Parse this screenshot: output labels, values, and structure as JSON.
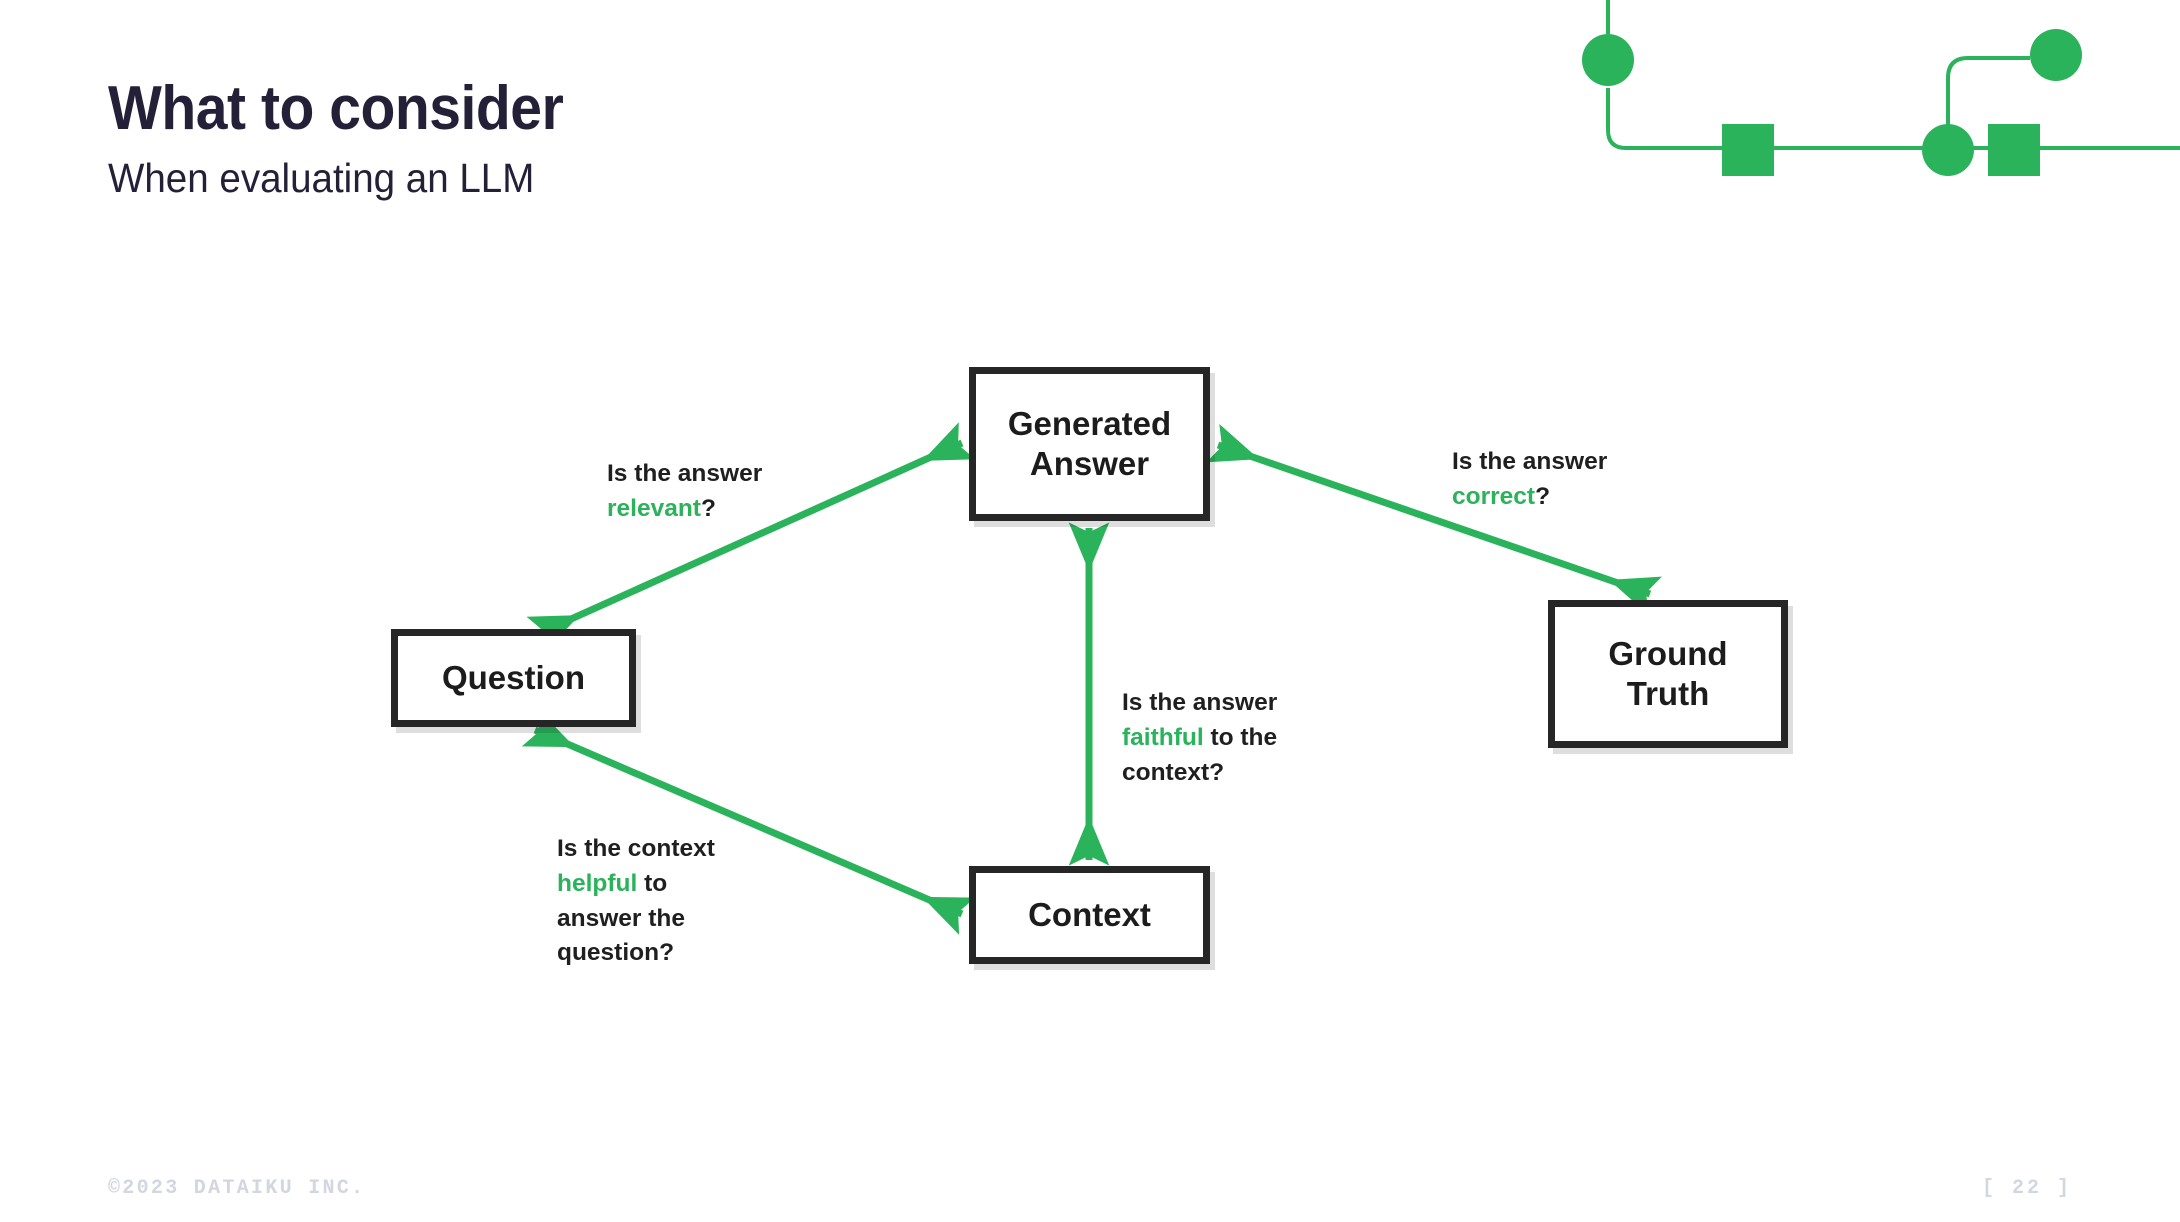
{
  "slide": {
    "title": "What to consider",
    "subtitle": "When evaluating an LLM",
    "title_color": "#242038",
    "accent_color": "#2bb35b",
    "background": "#ffffff"
  },
  "decoration": {
    "name": "pipeline-flow-graphic",
    "color": "#2bb35b",
    "shapes": [
      "circle",
      "square",
      "circle",
      "circle",
      "square"
    ]
  },
  "diagram": {
    "type": "node-link",
    "nodes": [
      {
        "id": "generated-answer",
        "label": "Generated\nAnswer",
        "line1": "Generated",
        "line2": "Answer"
      },
      {
        "id": "question",
        "label": "Question",
        "line1": "Question",
        "line2": ""
      },
      {
        "id": "ground-truth",
        "label": "Ground\nTruth",
        "line1": "Ground",
        "line2": "Truth"
      },
      {
        "id": "context",
        "label": "Context",
        "line1": "Context",
        "line2": ""
      }
    ],
    "edges": [
      {
        "id": "relevant",
        "from": "question",
        "to": "generated-answer",
        "arrow": "double",
        "text_before": "Is the answer",
        "highlight": "relevant",
        "text_after": "?",
        "text_tail": ""
      },
      {
        "id": "correct",
        "from": "generated-answer",
        "to": "ground-truth",
        "arrow": "double",
        "text_before": "Is the answer",
        "highlight": "correct",
        "text_after": "?",
        "text_tail": ""
      },
      {
        "id": "faithful",
        "from": "context",
        "to": "generated-answer",
        "arrow": "double",
        "text_before": "Is the answer",
        "highlight": "faithful",
        "text_after": " to the",
        "text_tail": "context?"
      },
      {
        "id": "helpful",
        "from": "context",
        "to": "question",
        "arrow": "double",
        "text_before": "Is the context",
        "highlight": "helpful",
        "text_after": " to",
        "text_tail": "answer the question?"
      }
    ]
  },
  "footer": {
    "copyright": "©2023 DATAIKU INC.",
    "page_number": "[ 22 ]"
  }
}
